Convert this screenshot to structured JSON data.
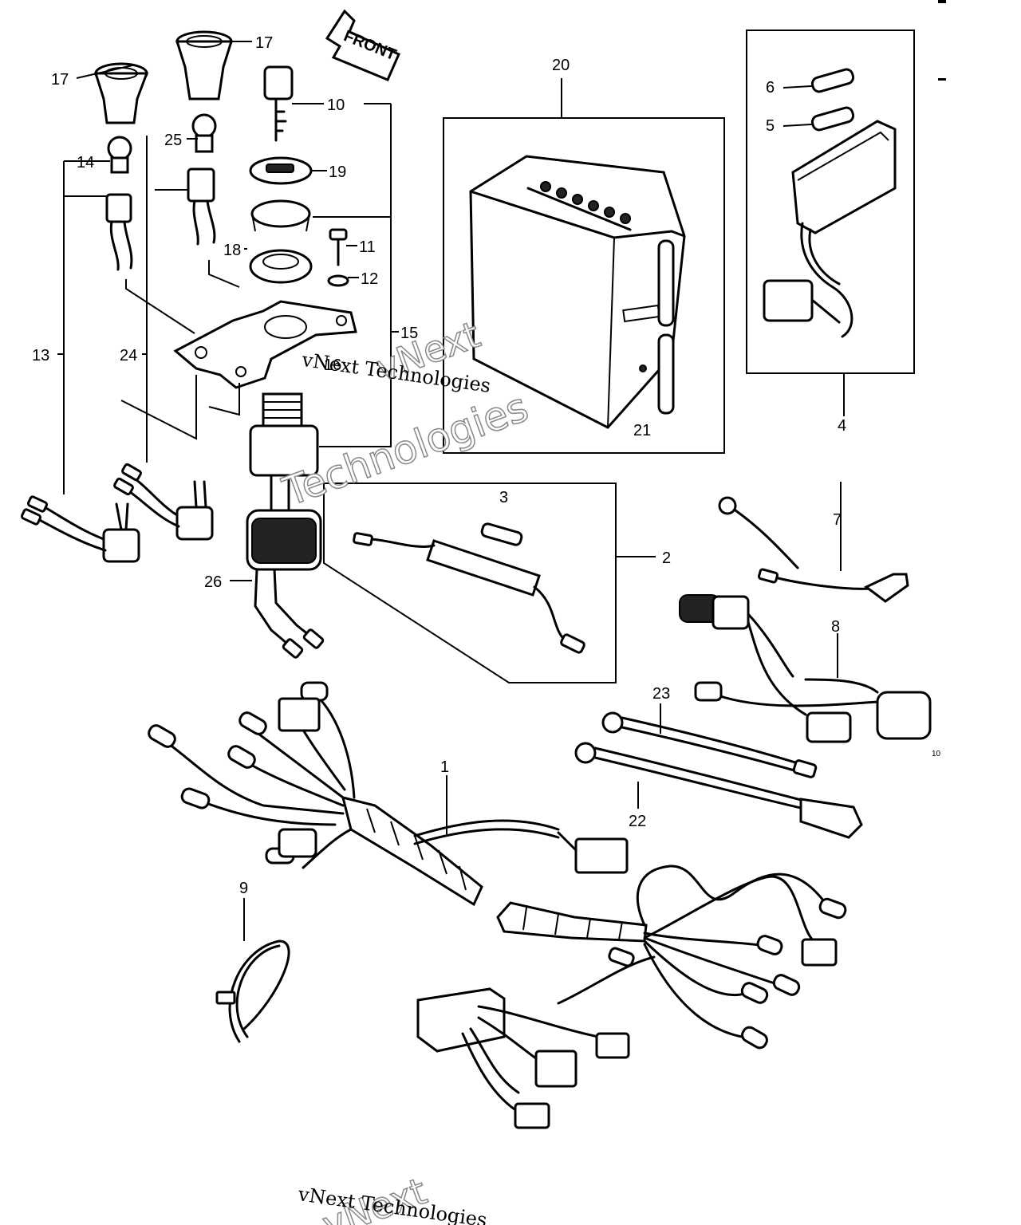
{
  "front_arrow": "FRONT",
  "labels": {
    "p1": "1",
    "p2": "2",
    "p3": "3",
    "p4": "4",
    "p5": "5",
    "p6": "6",
    "p7": "7",
    "p8": "8",
    "p9": "9",
    "p10": "10",
    "p11": "11",
    "p12": "12",
    "p13": "13",
    "p14": "14",
    "p15": "15",
    "p16": "16",
    "p17a": "17",
    "p17b": "17",
    "p18": "18",
    "p19": "19",
    "p20": "20",
    "p21": "21",
    "p22": "22",
    "p23": "23",
    "p24": "24",
    "p25": "25",
    "p26": "26"
  },
  "watermark": {
    "brand": "vNext",
    "brand_sub": "Technologies",
    "line": "vNext Technologies"
  },
  "corner_code": "10"
}
